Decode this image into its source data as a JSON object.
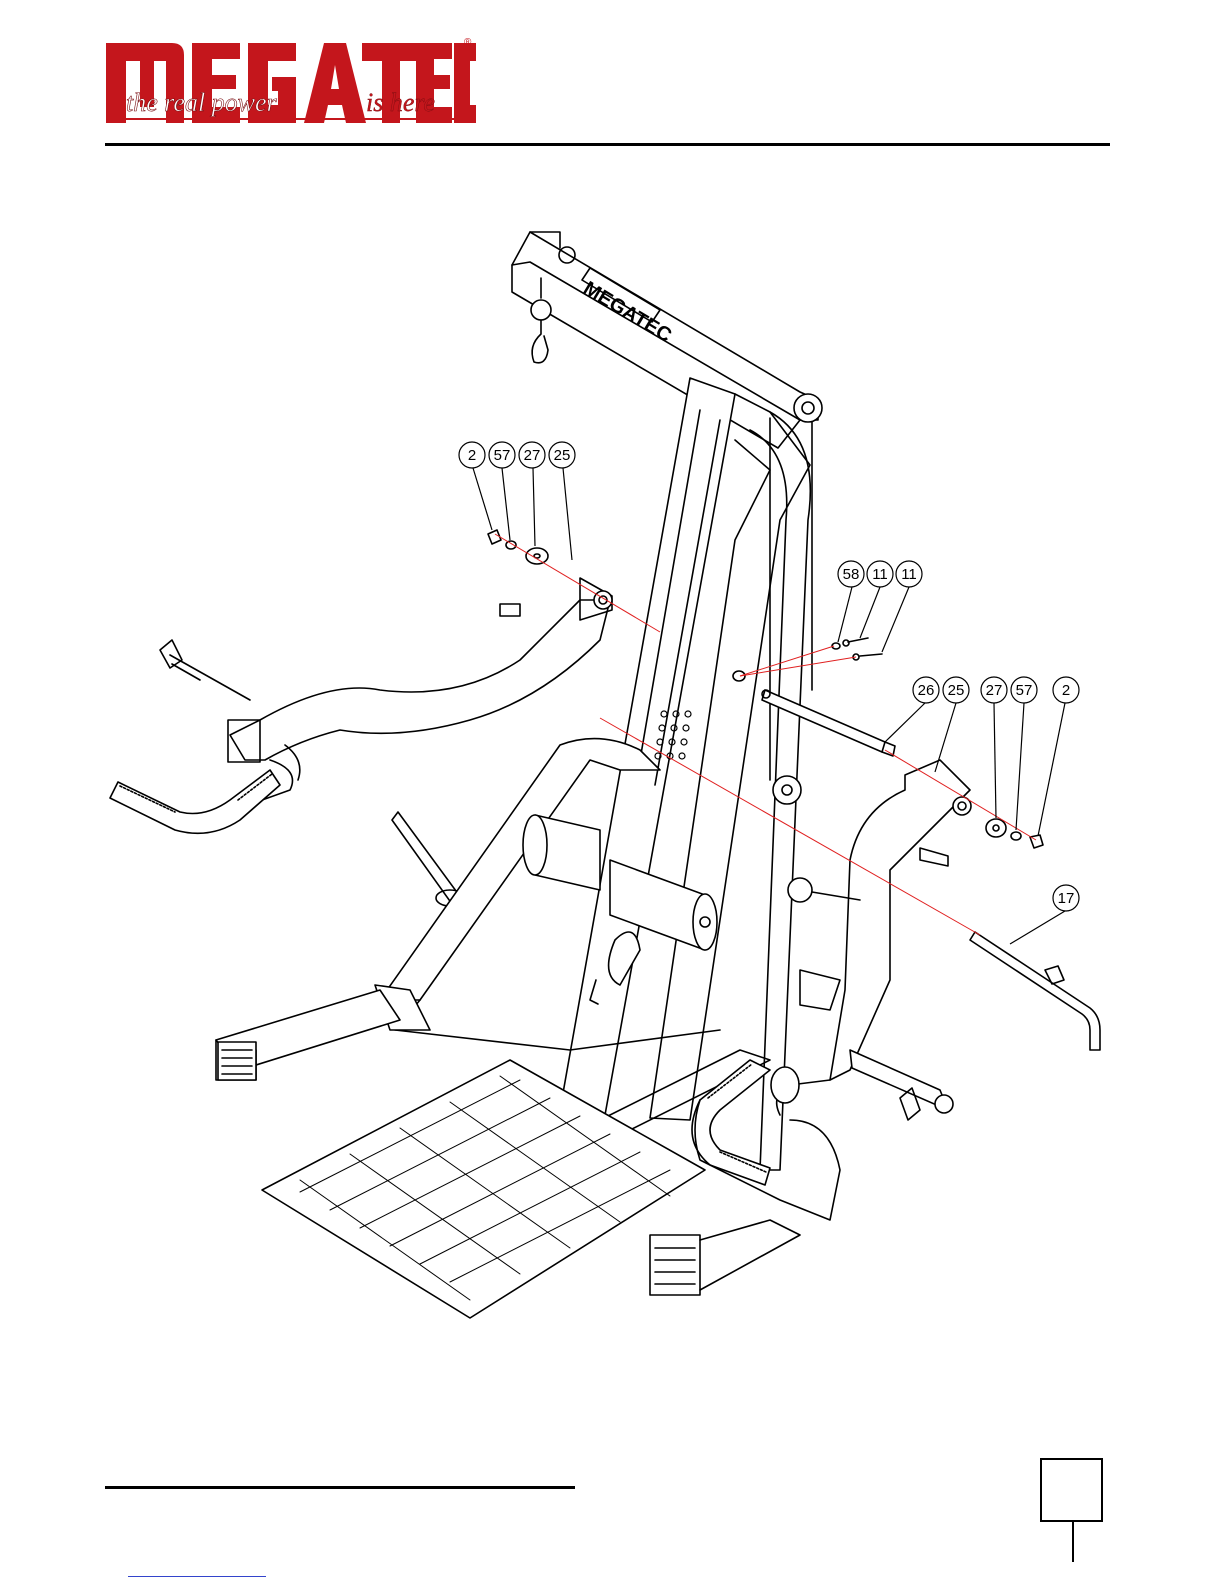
{
  "brand": {
    "name": "MEGATEC",
    "tagline_left": "the real power",
    "tagline_right": "is here",
    "registered_mark": "®",
    "colors": {
      "brand_red": "#c4161c",
      "text_white": "#ffffff",
      "ink": "#000000",
      "leader_red": "#e02020"
    }
  },
  "diagram": {
    "frame_label": "MEGATEC",
    "callouts": [
      {
        "id": "c1",
        "label": "2"
      },
      {
        "id": "c2",
        "label": "57"
      },
      {
        "id": "c3",
        "label": "27"
      },
      {
        "id": "c4",
        "label": "25"
      },
      {
        "id": "c5",
        "label": "58"
      },
      {
        "id": "c6",
        "label": "11"
      },
      {
        "id": "c7",
        "label": "11"
      },
      {
        "id": "c8",
        "label": "26"
      },
      {
        "id": "c9",
        "label": "25"
      },
      {
        "id": "c10",
        "label": "27"
      },
      {
        "id": "c11",
        "label": "57"
      },
      {
        "id": "c12",
        "label": "2"
      },
      {
        "id": "c13",
        "label": "17"
      }
    ]
  }
}
